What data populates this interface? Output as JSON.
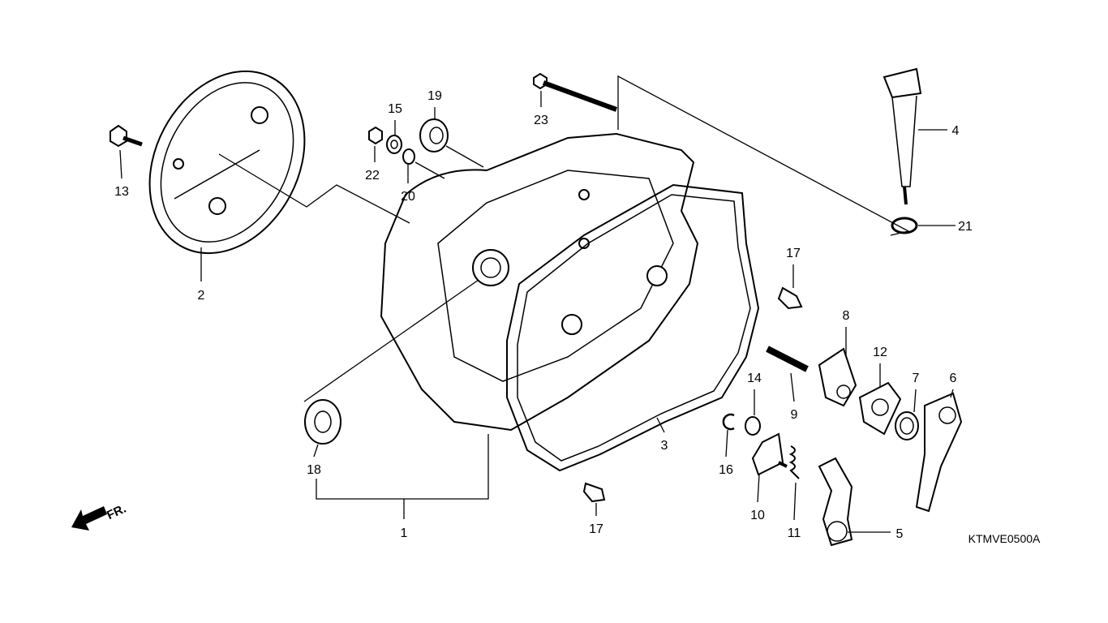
{
  "diagram": {
    "callouts": [
      "1",
      "2",
      "3",
      "4",
      "5",
      "6",
      "7",
      "8",
      "9",
      "10",
      "11",
      "12",
      "13",
      "14",
      "15",
      "16",
      "17",
      "17",
      "18",
      "19",
      "20",
      "21",
      "22",
      "23"
    ],
    "diagram_code": "KTMVE0500A",
    "direction_label": "FR.",
    "line_color": "#000000",
    "background_color": "#ffffff"
  }
}
